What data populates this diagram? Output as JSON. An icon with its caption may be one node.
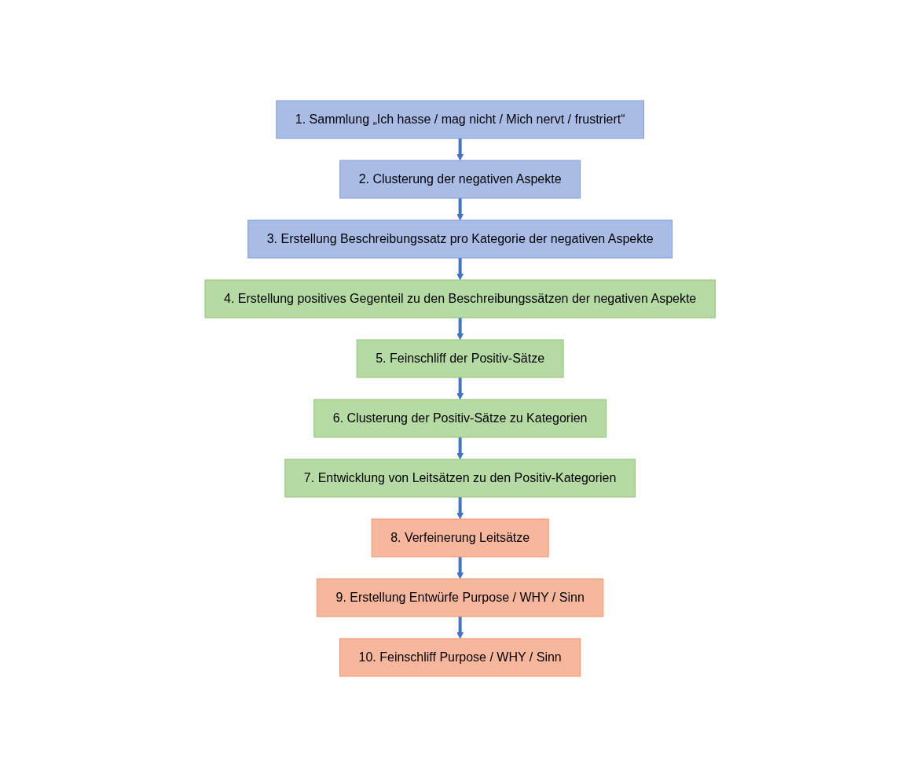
{
  "diagram": {
    "nodes": [
      {
        "text": [
          "1. Sammlung „Ich hasse / mag nicht / Mich nervt / frustriert“"
        ]
      },
      {
        "text": [
          "2. Clusterung der negativen Aspekte"
        ]
      },
      {
        "text": [
          "3. Erstellung Beschreibungssatz pro Kategorie der negativen Aspekte"
        ]
      },
      {
        "text": [
          "4. Erstellung positives Gegenteil zu den Beschreibungssätzen der negativen Aspekte"
        ]
      },
      {
        "text": [
          "5. Feinschliff der Positiv-Sätze"
        ]
      },
      {
        "text": [
          "6. Clusterung der Positiv-Sätze zu Kategorien"
        ]
      },
      {
        "text": [
          "7. Entwicklung von Leitsätzen zu den Positiv-Kategorien"
        ]
      },
      {
        "text": [
          "8. Verfeinerung Leitsätze"
        ]
      },
      {
        "text": [
          "9. Erstellung Entwürfe Purpose / WHY / Sinn"
        ]
      },
      {
        "text": [
          "10. Feinschliff Purpose / WHY / Sinn"
        ]
      }
    ],
    "edges": [
      {
        "from": 0,
        "to": 1,
        "arrow": "to"
      },
      {
        "from": 1,
        "to": 2,
        "arrow": "to"
      },
      {
        "from": 2,
        "to": 3,
        "arrow": "to"
      },
      {
        "from": 3,
        "to": 4,
        "arrow": "to"
      },
      {
        "from": 4,
        "to": 5,
        "arrow": "to"
      },
      {
        "from": 5,
        "to": 6,
        "arrow": "to"
      },
      {
        "from": 6,
        "to": 7,
        "arrow": "to"
      },
      {
        "from": 7,
        "to": 8,
        "arrow": "to"
      },
      {
        "from": 8,
        "to": 9,
        "arrow": "to"
      }
    ]
  }
}
